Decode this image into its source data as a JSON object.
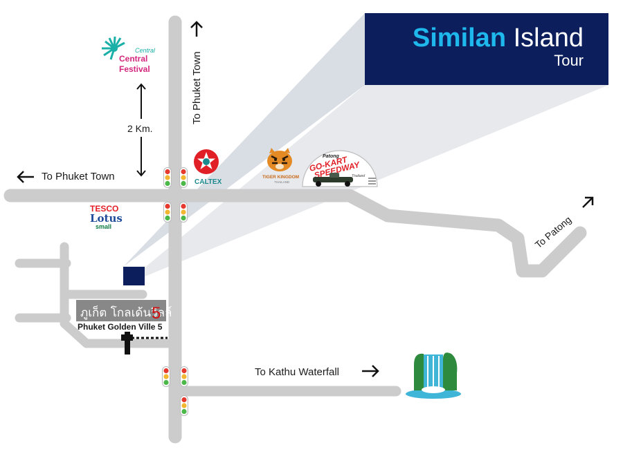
{
  "colors": {
    "navy": "#0c1f5c",
    "accent": "#1fb8ec",
    "road": "#cccccc",
    "beam": "#c9ced8",
    "caltex_red": "#e01f26",
    "caltex_teal": "#1a8a8e",
    "tesco_red": "#e41e26",
    "tesco_blue": "#1f4b9a",
    "lotus_green": "#0a7a43",
    "festival_teal": "#1ab0a8",
    "festival_pink": "#d4267d",
    "village_sign_bg": "#888888",
    "village_number": "#d01010",
    "waterfall_green": "#2e8b3e",
    "waterfall_blue": "#3fb5d8",
    "traffic_red": "#e63a2e",
    "traffic_amber": "#f2b631",
    "traffic_green": "#4cb848"
  },
  "title": {
    "word_accent": "Similan",
    "word_rest": "Island",
    "subtitle": "Tour"
  },
  "labels": {
    "to_phuket_town_north": "To Phuket Town",
    "to_phuket_town_west": "To Phuket Town",
    "distance": "2 Km.",
    "to_patong": "To Patong",
    "to_kathu_waterfall": "To Kathu Waterfall",
    "village_name_thai": "ภูเก็ต โกลเด้นวิลล์",
    "village_number": "5",
    "village_name_en": "Phuket Golden Ville 5"
  },
  "landmarks": {
    "central_festival": {
      "line1": "Central",
      "line2": "Festival",
      "small": "Central"
    },
    "caltex": {
      "name": "CALTEX"
    },
    "tiger_kingdom": {
      "name": "TIGER KINGDOM",
      "sub": "THAILAND"
    },
    "go_kart": {
      "top": "Patong",
      "line1": "GO-KART",
      "line2": "SPEEDWAY",
      "sub": "Thailand"
    },
    "tesco_lotus": {
      "line1": "TESCO",
      "line2": "Lotus",
      "line3": "small"
    }
  },
  "icons": {
    "north_arrow": "arrow-up-icon",
    "west_arrow": "arrow-left-icon",
    "patong_arrow": "arrow-up-right-icon",
    "kathu_arrow": "arrow-right-icon",
    "traffic_light": "traffic-light-icon",
    "waterfall": "waterfall-icon",
    "destination_marker": "destination-square-icon",
    "village_gate": "gate-barrier-icon"
  }
}
